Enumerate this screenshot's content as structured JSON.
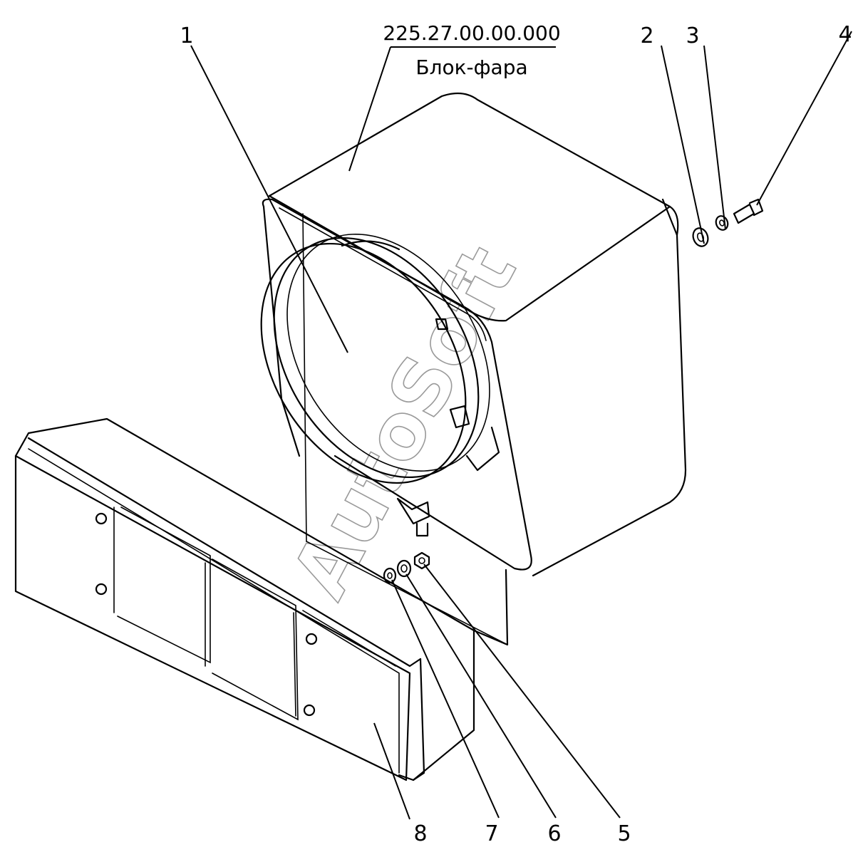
{
  "assembly": {
    "code": "225.27.00.00.000",
    "name": "Блок-фара"
  },
  "callouts": [
    "1",
    "2",
    "3",
    "4",
    "5",
    "6",
    "7",
    "8"
  ],
  "watermark": "AutoSoft"
}
